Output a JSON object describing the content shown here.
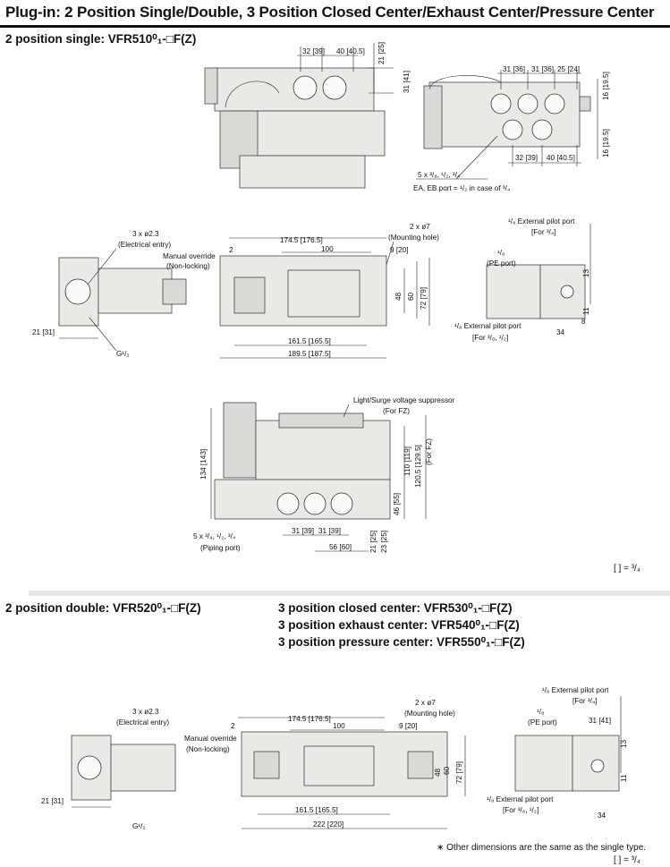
{
  "header": {
    "title": "Plug-in: 2 Position Single/Double, 3 Position Closed Center/Exhaust Center/Pressure Center"
  },
  "sections": {
    "single": "2 position single: VFR510⁰₁-□F(Z)",
    "double": "2 position double: VFR520⁰₁-□F(Z)",
    "closed": "3 position closed center: VFR530⁰₁-□F(Z)",
    "exhaust": "3 position exhaust center: VFR540⁰₁-□F(Z)",
    "pressure": "3 position pressure center: VFR550⁰₁-□F(Z)"
  },
  "labels": {
    "d32_39": "32 [39]",
    "d40_405": "40 [40.5]",
    "d21_25": "21 [25]",
    "d31_41": "31 [41]",
    "d31_36": "31 [36]",
    "d25_24": "25 [24]",
    "d16_195": "16 [19.5]",
    "ports5": "5 x ³/₈, ¹/₂, ³/₄",
    "eaeb": "EA, EB port = ¹/₂ in case of ³/₄",
    "hole3": "3 x ø2.3",
    "elec": "(Electrical entry)",
    "manual": "Manual override",
    "nonlock": "(Non-locking)",
    "d21_31": "21 [31]",
    "g12": "G¹/₂",
    "mount2": "2 x ø7",
    "mounthole": "(Mounting hole)",
    "d1745": "174.5 [176.5]",
    "d100": "100",
    "d9_20": "9 [20]",
    "d2": "2",
    "d48": "48",
    "d60": "60",
    "d72_79": "72 [79]",
    "d1615": "161.5 [165.5]",
    "d1895": "189.5 [187.5]",
    "d222": "222 [220]",
    "extpilot34": "¹/₈ External pilot port",
    "for34": "[For ³/₄]",
    "pe18": "¹/₈",
    "peport": "(PE port)",
    "extpilot": "¹/₈ External pilot port",
    "for3812": "[For ³/₈, ¹/₂]",
    "d13": "13",
    "d11": "11",
    "d8": "8",
    "d34": "34",
    "light": "Light/Surge voltage suppressor",
    "forfz": "(For FZ)",
    "d134": "134 [143]",
    "d110": "110 [119]",
    "d1205": "120.5 [129.5]",
    "forfz2": "(For FZ)",
    "d46": "46 [55]",
    "d23": "23 [25]",
    "d56": "56 [60]",
    "piping": "(Piping port)",
    "d31_39": "31 [39]",
    "d31_41b": "31 [41]"
  },
  "notes": {
    "legend": "[  ] = ³/₄",
    "other": "∗ Other dimensions are the same as the single type.",
    "legend2": "[  ] = ³/₄"
  }
}
